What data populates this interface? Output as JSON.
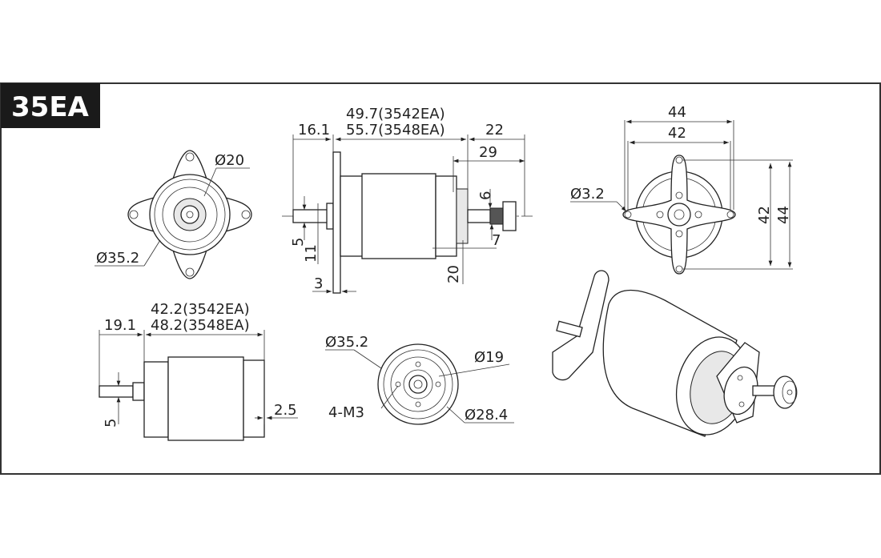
{
  "badge": "35EA",
  "front_view": {
    "flange_dia": "Ø20",
    "body_dia": "Ø35.2"
  },
  "side_view": {
    "length_a": "49.7(3542EA)",
    "length_b": "55.7(3548EA)",
    "shaft_rear": "16.1",
    "prop_len_22": "22",
    "prop_len_29": "29",
    "thread_6": "6",
    "thread_7": "7",
    "shaft_5": "5",
    "boss_11": "11",
    "flange_3": "3",
    "hub_20": "20"
  },
  "mount_view": {
    "hole_dia": "Ø3.2",
    "outer_w": "44",
    "inner_w": "42",
    "inner_h": "42",
    "outer_h": "44"
  },
  "body_view": {
    "length_a": "42.2(3542EA)",
    "length_b": "48.2(3548EA)",
    "shaft_len": "19.1",
    "shaft_dia": "5",
    "offset": "2.5"
  },
  "rear_view": {
    "body_dia": "Ø35.2",
    "bolt_circle": "Ø19",
    "threads": "4-M3",
    "inner_dia": "Ø28.4"
  }
}
